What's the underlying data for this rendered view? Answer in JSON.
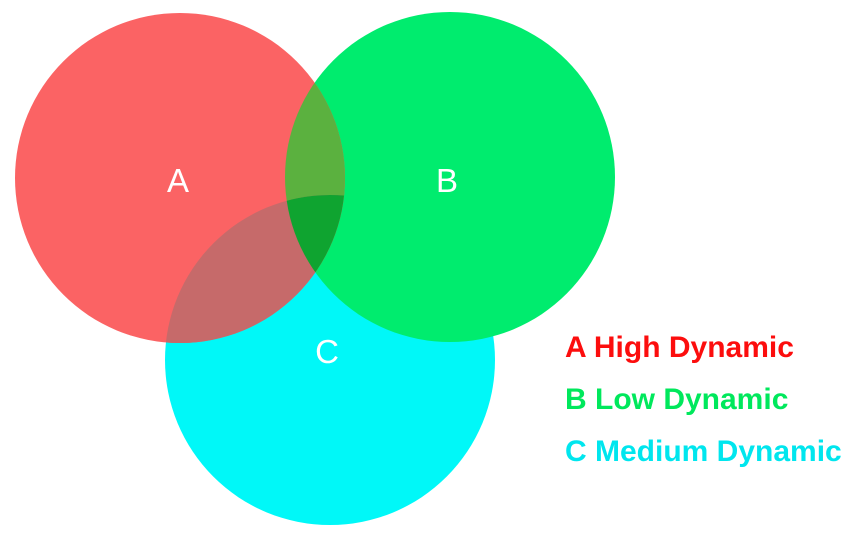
{
  "diagram": {
    "type": "venn",
    "sets": [
      {
        "id": "A",
        "label": "A",
        "description": "High Dynamic"
      },
      {
        "id": "B",
        "label": "B",
        "description": "Low Dynamic"
      },
      {
        "id": "C",
        "label": "C",
        "description": "Medium Dynamic"
      }
    ],
    "regions": {
      "a": "#FB6364",
      "b": "#00EC6E",
      "c": "#00F8F8",
      "ab": "#5BB13F",
      "ac": "#C66A6A",
      "abc": "#0FA430"
    },
    "label_color": "#ffffff"
  },
  "legend": {
    "items": [
      {
        "set": "A",
        "label": "A High Dynamic",
        "color": "#FC0D0D"
      },
      {
        "set": "B",
        "label": "B Low Dynamic",
        "color": "#00E85C"
      },
      {
        "set": "C",
        "label": "C Medium Dynamic",
        "color": "#00E6EE"
      }
    ]
  }
}
